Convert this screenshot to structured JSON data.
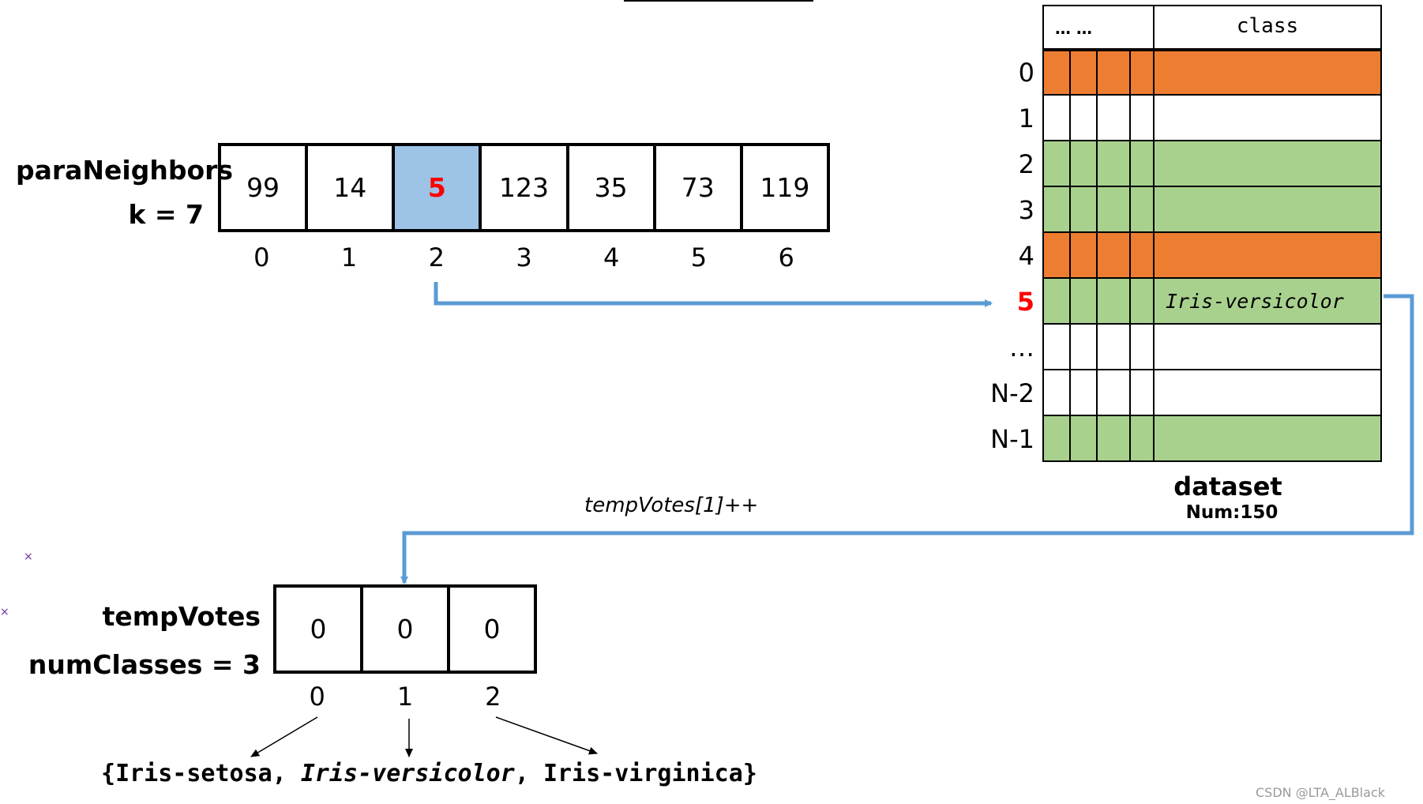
{
  "colors": {
    "orange": "#ed7d31",
    "green": "#a9d18e",
    "highlight": "#9dc3e6",
    "arrow": "#5b9bd5",
    "red": "#ff0000",
    "marker": "#7030a0",
    "watermark": "#999999"
  },
  "para_neighbors": {
    "label": "paraNeighbors",
    "k_label": "k = 7",
    "highlighted_index": 2,
    "cells": [
      "99",
      "14",
      "5",
      "123",
      "35",
      "73",
      "119"
    ],
    "indices": [
      "0",
      "1",
      "2",
      "3",
      "4",
      "5",
      "6"
    ]
  },
  "dataset": {
    "header_left": "… …",
    "header_class": "class",
    "rows": [
      {
        "index": "0",
        "color": "orange",
        "class_text": "",
        "index_red": false
      },
      {
        "index": "1",
        "color": "white",
        "class_text": "",
        "index_red": false
      },
      {
        "index": "2",
        "color": "green",
        "class_text": "",
        "index_red": false
      },
      {
        "index": "3",
        "color": "green",
        "class_text": "",
        "index_red": false
      },
      {
        "index": "4",
        "color": "orange",
        "class_text": "",
        "index_red": false
      },
      {
        "index": "5",
        "color": "green",
        "class_text": "Iris-versicolor",
        "index_red": true
      },
      {
        "index": "…",
        "color": "white",
        "class_text": "",
        "index_red": false
      },
      {
        "index": "N-2",
        "color": "white",
        "class_text": "",
        "index_red": false
      },
      {
        "index": "N-1",
        "color": "green",
        "class_text": "",
        "index_red": false
      }
    ],
    "title": "dataset",
    "subtitle": "Num:150"
  },
  "arrow_label": "tempVotes[1]++",
  "temp_votes": {
    "label": "tempVotes",
    "num_classes_label": "numClasses = 3",
    "cells": [
      "0",
      "0",
      "0"
    ],
    "indices": [
      "0",
      "1",
      "2"
    ]
  },
  "classes": {
    "open": "{",
    "setosa": "Iris-setosa",
    "sep1": ", ",
    "versicolor": "Iris-versicolor",
    "sep2": ", ",
    "virginica": "Iris-virginica",
    "close": "}"
  },
  "watermark": "CSDN @LTA_ALBlack"
}
